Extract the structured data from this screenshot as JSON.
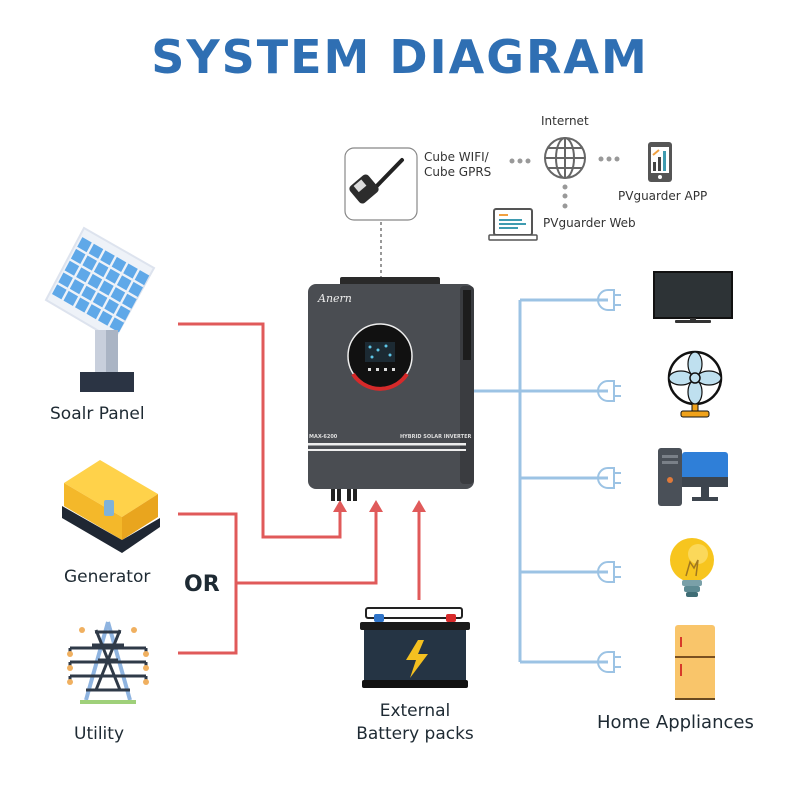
{
  "title": "SYSTEM DIAGRAM",
  "monitoring": {
    "device_label_line1": "Cube WIFI/",
    "device_label_line2": "Cube  GPRS",
    "internet_label": "Internet",
    "app_label": "PVguarder APP",
    "web_label": "PVguarder Web"
  },
  "inverter": {
    "brand": "Anern",
    "model": "MAX-6200",
    "product_name": "HYBRID SOLAR INVERTER"
  },
  "sources": [
    {
      "id": "solar",
      "label": "Soalr Panel"
    },
    {
      "id": "generator",
      "label": "Generator"
    },
    {
      "id": "utility",
      "label": "Utility"
    }
  ],
  "or_label": "OR",
  "battery": {
    "label_line1": "External",
    "label_line2": "Battery packs"
  },
  "loads": {
    "label": "Home Appliances",
    "items": [
      "TV",
      "Fan",
      "Computer",
      "Light Bulb",
      "Refrigerator"
    ]
  },
  "colors": {
    "title": "#2f6fb3",
    "input_lines": "#e05a5a",
    "output_lines": "#9cc3e4",
    "inverter_body": "#4a4d52"
  }
}
